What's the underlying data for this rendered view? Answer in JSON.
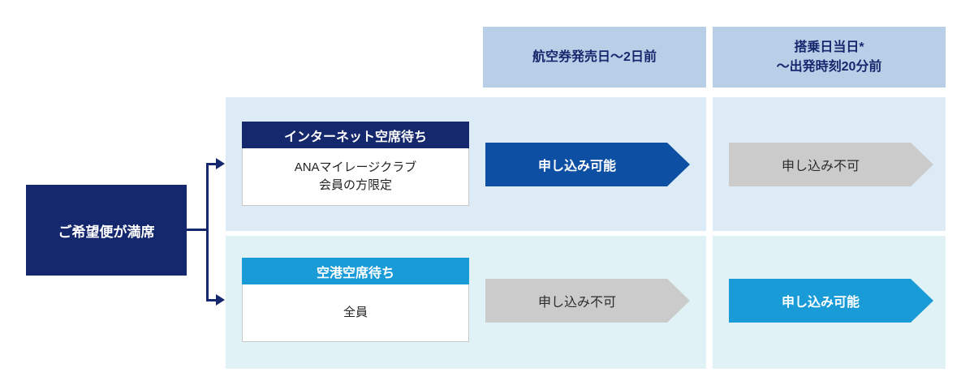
{
  "root": {
    "label": "ご希望便が満席"
  },
  "columns": [
    {
      "label": "航空券発売日〜2日前"
    },
    {
      "label": "搭乗日当日*\n〜出発時刻20分前"
    }
  ],
  "rows": [
    {
      "method": "インターネット空席待ち",
      "eligibility": "ANAマイレージクラブ\n会員の方限定",
      "cells": [
        {
          "label": "申し込み可能",
          "state": "available"
        },
        {
          "label": "申し込み不可",
          "state": "unavailable"
        }
      ]
    },
    {
      "method": "空港空席待ち",
      "eligibility": "全員",
      "cells": [
        {
          "label": "申し込み不可",
          "state": "unavailable"
        },
        {
          "label": "申し込み可能",
          "state": "available"
        }
      ]
    }
  ],
  "palette": {
    "navy": "#16286d",
    "available_blue": "#0d50a3",
    "available_cyan": "#189bd7",
    "column_header_bg": "#b9cfe8",
    "row1_bg": "#dcebf6",
    "row2_bg": "#e1f2f6",
    "unavailable_gray": "#cbcbcb"
  }
}
